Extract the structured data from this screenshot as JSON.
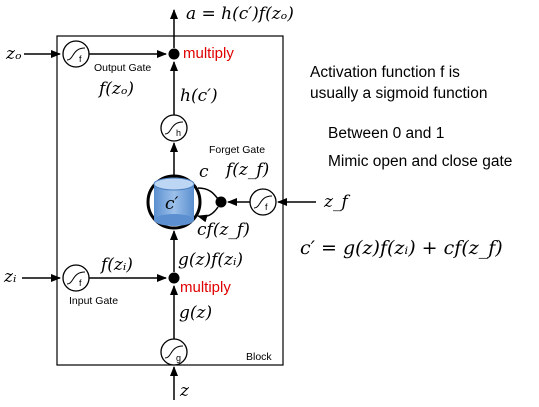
{
  "diagram": {
    "output_equation": "a = h(c′)f(zₒ)",
    "inputs": {
      "z_o": "zₒ",
      "z_i": "zᵢ",
      "z_f": "z_f",
      "z": "z"
    },
    "gates": {
      "output_gate_label": "Output Gate",
      "input_gate_label": "Input Gate",
      "forget_gate_label": "Forget Gate",
      "block_label": "Block"
    },
    "function_symbols": {
      "f": "f",
      "h": "h",
      "g": "g"
    },
    "signals": {
      "f_zo": "f(zₒ)",
      "h_c": "h(c′)",
      "f_zf": "f(z_f)",
      "c": "c",
      "c_prime": "c′",
      "cf_zf": "cf(z_f)",
      "f_zi": "f(zᵢ)",
      "gz_fzi": "g(z)f(zᵢ)",
      "g_z": "g(z)"
    },
    "multiply_labels": [
      "multiply",
      "multiply"
    ]
  },
  "notes": {
    "line1": "Activation function f is",
    "line2": "usually a sigmoid function",
    "line3": "Between 0 and 1",
    "line4": "Mimic open and close gate",
    "cell_equation": "c′ = g(z)f(zᵢ) + cf(z_f)"
  }
}
